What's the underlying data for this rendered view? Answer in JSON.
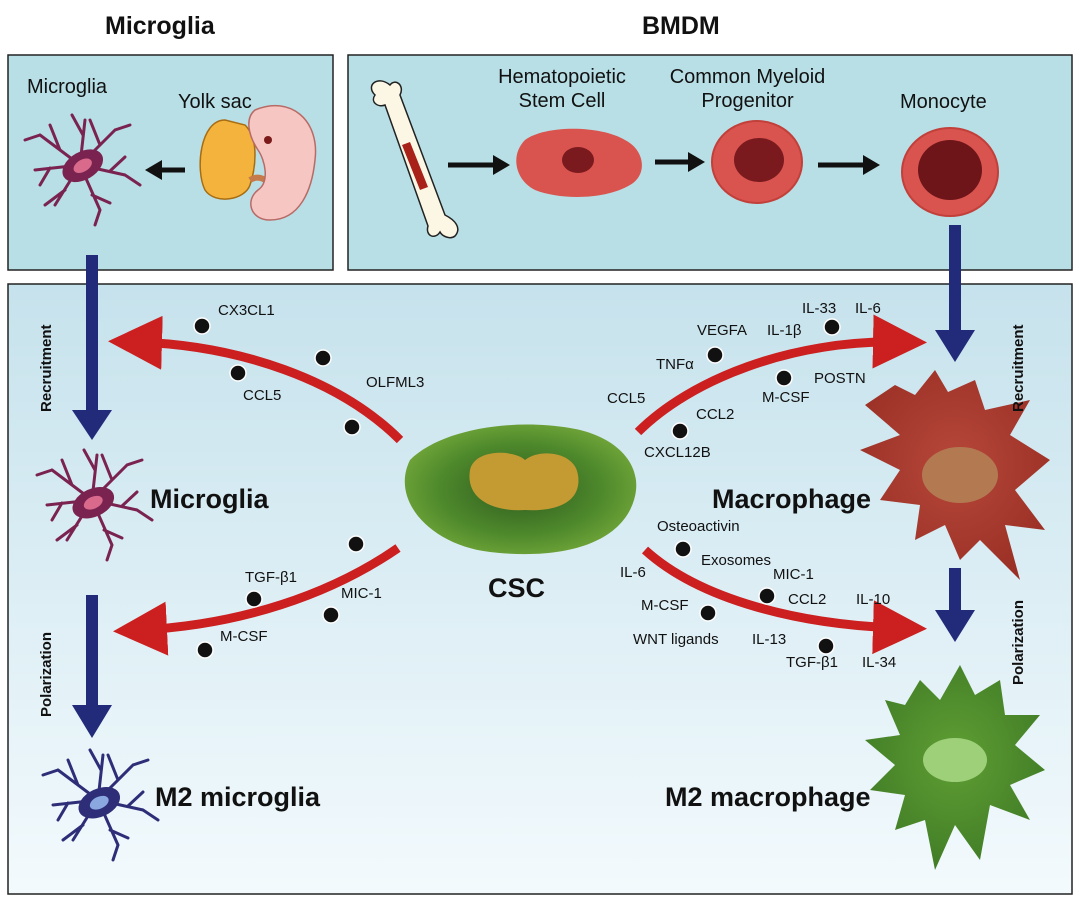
{
  "titles": {
    "microglia": "Microglia",
    "bmdm": "BMDM"
  },
  "top_left": {
    "microglia": "Microglia",
    "yolk_sac": "Yolk sac"
  },
  "top_right": {
    "hsc_line1": "Hematopoietic",
    "hsc_line2": "Stem Cell",
    "cmp_line1": "Common Myeloid",
    "cmp_line2": "Progenitor",
    "monocyte": "Monocyte"
  },
  "main": {
    "microglia": "Microglia",
    "m2_microglia": "M2 microglia",
    "csc": "CSC",
    "macrophage": "Macrophage",
    "m2_macrophage": "M2 macrophage",
    "recruitment": "Recruitment",
    "polarization": "Polarization"
  },
  "factors": {
    "mg_recruit": [
      "CX3CL1",
      "CCL5",
      "OLFML3"
    ],
    "mg_polar": [
      "TGF-β1",
      "MIC-1",
      "M-CSF"
    ],
    "mac_recruit": [
      "IL-33",
      "IL-6",
      "VEGFA",
      "IL-1β",
      "TNFα",
      "POSTN",
      "M-CSF",
      "CCL5",
      "CCL2",
      "CXCL12B"
    ],
    "mac_polar": [
      "Osteoactivin",
      "Exosomes",
      "IL-6",
      "MIC-1",
      "CCL2",
      "IL-10",
      "M-CSF",
      "WNT ligands",
      "IL-13",
      "TGF-β1",
      "IL-34"
    ]
  },
  "colors": {
    "panel_top": "#b8dfe6",
    "main_bg_top": "#c6e2ec",
    "main_bg_bottom": "#f3fafd",
    "red_arrow": "#cc1f1f",
    "blue_arrow": "#222a7a",
    "microglia": "#7a2350",
    "m2_microglia": "#2e2e78",
    "macrophage": "#b03a2e",
    "m2_macrophage": "#4f8b2e",
    "csc_outer": "#5b8a2e",
    "csc_core": "#c49a33"
  }
}
